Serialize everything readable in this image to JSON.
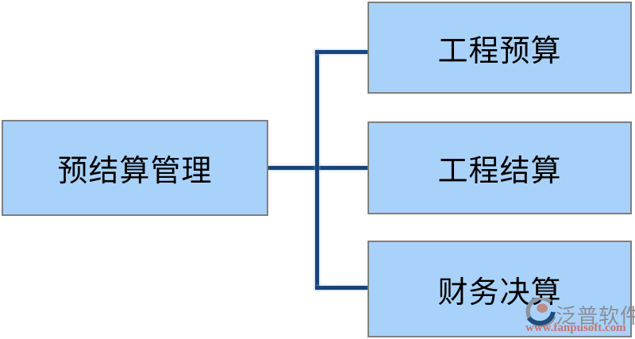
{
  "diagram": {
    "root": {
      "label": "预结算管理"
    },
    "children": [
      {
        "label": "工程预算"
      },
      {
        "label": "工程结算"
      },
      {
        "label": "财务决算"
      }
    ],
    "colors": {
      "box_fill": "#A9D2FB",
      "box_border": "#7F7F7F",
      "connector": "#17457C",
      "text": "#000000",
      "wm_brand": "#8A8F98",
      "wm_url": "#C3766F"
    }
  },
  "watermark": {
    "brand": "泛普软件",
    "url": "www.fanpusoft.com",
    "logo_icon": "fanpu-logo-icon"
  }
}
